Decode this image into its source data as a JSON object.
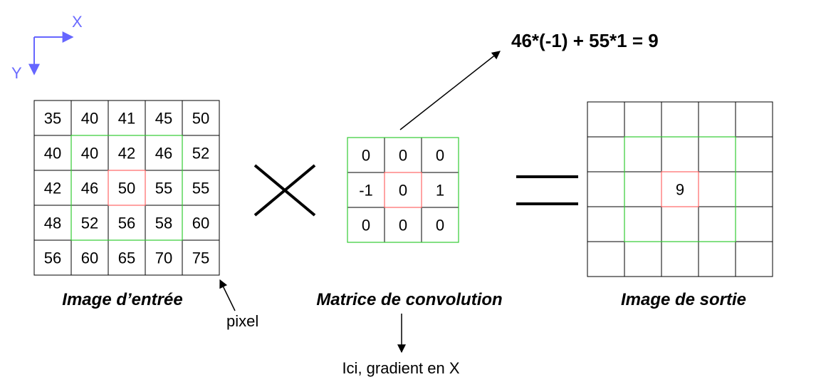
{
  "axes": {
    "x_label": "X",
    "y_label": "Y",
    "color": "#6666ff"
  },
  "input_image": {
    "caption": "Image d’entrée",
    "values": [
      [
        "35",
        "40",
        "41",
        "45",
        "50"
      ],
      [
        "40",
        "40",
        "42",
        "46",
        "52"
      ],
      [
        "42",
        "46",
        "50",
        "55",
        "55"
      ],
      [
        "48",
        "52",
        "56",
        "58",
        "60"
      ],
      [
        "56",
        "60",
        "65",
        "70",
        "75"
      ]
    ],
    "pixel_label": "pixel"
  },
  "operator_multiply": "×",
  "kernel": {
    "caption": "Matrice de convolution",
    "values": [
      [
        "0",
        "0",
        "0"
      ],
      [
        "-1",
        "0",
        "1"
      ],
      [
        "0",
        "0",
        "0"
      ]
    ],
    "note": "Ici, gradient en X"
  },
  "formula": "46*(-1) + 55*1 = 9",
  "output_image": {
    "caption": "Image de sortie",
    "values": [
      [
        "",
        "",
        "",
        "",
        ""
      ],
      [
        "",
        "",
        "",
        "",
        ""
      ],
      [
        "",
        "",
        "9",
        "",
        ""
      ],
      [
        "",
        "",
        "",
        "",
        ""
      ],
      [
        "",
        "",
        "",
        "",
        ""
      ]
    ]
  },
  "colors": {
    "highlight_window": "#33cc33",
    "highlight_center": "#ff6666",
    "grid": "#000000"
  }
}
